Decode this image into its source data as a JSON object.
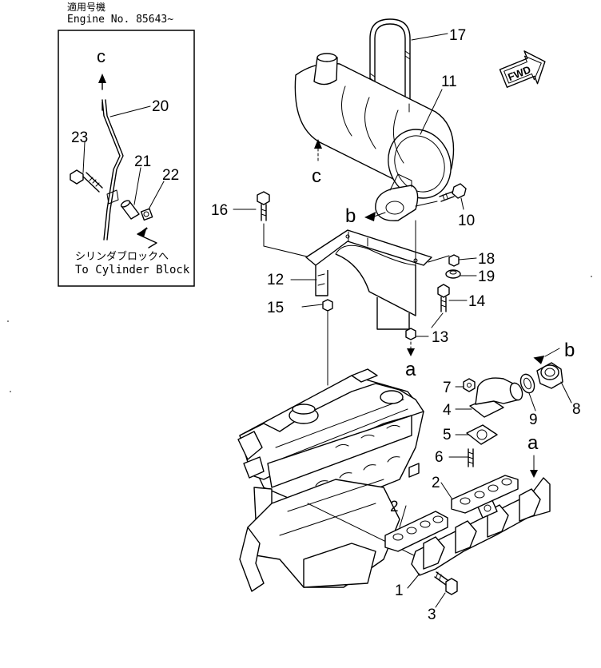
{
  "header": {
    "applicable": "適用号機",
    "engine_no": "Engine  No. 85643~"
  },
  "inset": {
    "note_jp": "シリンダブロックへ",
    "note_en": "To  Cylinder  Block",
    "connector": "c"
  },
  "fwd_label": "FWD",
  "connectors": {
    "muffler_c": "c",
    "muffler_b": "b",
    "bracket_a": "a",
    "right_b": "b",
    "right_a": "a"
  },
  "callouts": {
    "p1": "1",
    "p2a": "2",
    "p2b": "2",
    "p3": "3",
    "p4": "4",
    "p5": "5",
    "p6": "6",
    "p7": "7",
    "p8": "8",
    "p9": "9",
    "p10": "10",
    "p11": "11",
    "p12": "12",
    "p13": "13",
    "p14": "14",
    "p15": "15",
    "p16": "16",
    "p17": "17",
    "p18": "18",
    "p19": "19",
    "p20": "20",
    "p21": "21",
    "p22": "22",
    "p23": "23"
  },
  "icons": {
    "fwd": "fwd-arrow-icon"
  }
}
